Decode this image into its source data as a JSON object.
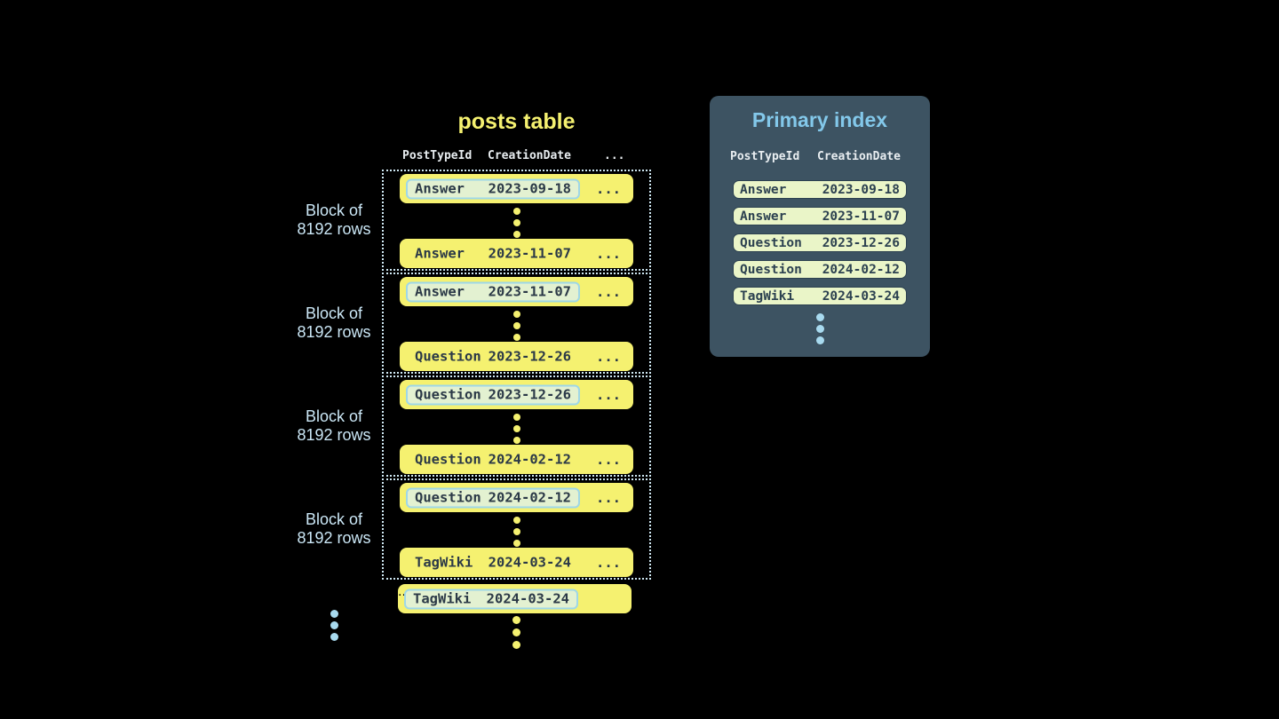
{
  "colors": {
    "background": "#000000",
    "row-yellow": "#f5f170",
    "row-text": "#2b3947",
    "highlight-fill": "#e3f1d1",
    "highlight-border": "#9ed7e8",
    "header-text": "#e9eef1",
    "block-label": "#cbe7f6",
    "dotted-border": "#cfe8f3",
    "panel-bg": "#3d5362",
    "panel-title": "#83c8ea",
    "index-row-bg": "#eaf5c8",
    "index-row-border": "#2c4150",
    "blue-dot": "#a8daef"
  },
  "posts_table": {
    "title": "posts table",
    "headers": {
      "col1": "PostTypeId",
      "col2": "CreationDate",
      "more": "..."
    },
    "block_label": {
      "line1": "Block of",
      "line2": "8192 rows"
    },
    "ellipsis": "...",
    "blocks": [
      {
        "first": {
          "type": "Answer",
          "date": "2023-09-18"
        },
        "last": {
          "type": "Answer",
          "date": "2023-11-07"
        }
      },
      {
        "first": {
          "type": "Answer",
          "date": "2023-11-07"
        },
        "last": {
          "type": "Question",
          "date": "2023-12-26"
        }
      },
      {
        "first": {
          "type": "Question",
          "date": "2023-12-26"
        },
        "last": {
          "type": "Question",
          "date": "2024-02-12"
        }
      },
      {
        "first": {
          "type": "Question",
          "date": "2024-02-12"
        },
        "last": {
          "type": "TagWiki",
          "date": "2024-03-24"
        }
      }
    ],
    "trailing_row": {
      "type": "TagWiki",
      "date": "2024-03-24"
    }
  },
  "primary_index": {
    "title": "Primary index",
    "headers": {
      "col1": "PostTypeId",
      "col2": "CreationDate"
    },
    "rows": [
      {
        "type": "Answer",
        "date": "2023-09-18"
      },
      {
        "type": "Answer",
        "date": "2023-11-07"
      },
      {
        "type": "Question",
        "date": "2023-12-26"
      },
      {
        "type": "Question",
        "date": "2024-02-12"
      },
      {
        "type": "TagWiki",
        "date": "2024-03-24"
      }
    ]
  }
}
